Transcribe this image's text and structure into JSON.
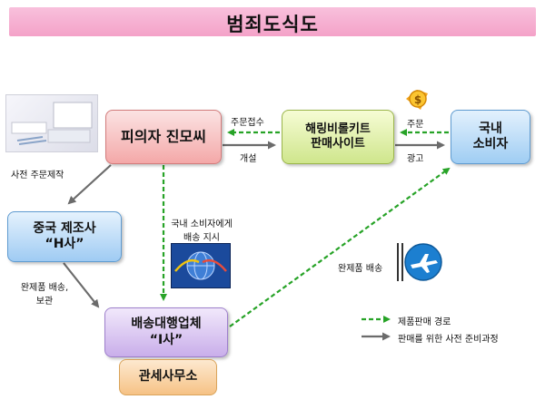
{
  "title": "범죄도식도",
  "nodes": {
    "suspect": "피의자 진모씨",
    "site_line1": "해링비롤키트",
    "site_line2": "판매사이트",
    "consumer_line1": "국내",
    "consumer_line2": "소비자",
    "maker_line1": "중국 제조사",
    "maker_line2": "“H사”",
    "agent_line1": "배송대행업체",
    "agent_line2": "“I사”",
    "customs": "관세사무소"
  },
  "labels": {
    "order_receipt": "주문접수",
    "open": "개설",
    "order": "주문",
    "ad": "광고",
    "pre_order": "사전 주문제작",
    "ship_instruction_line1": "국내 소비자에게",
    "ship_instruction_line2": "배송 지시",
    "finished_ship_store_line1": "완제품 배송,",
    "finished_ship_store_line2": "보관",
    "finished_delivery": "완제품 배송"
  },
  "legend": {
    "sales_route": "제품판매 경로",
    "prep_process": "판매를 위한 사전 준비과정"
  },
  "colors": {
    "sales_route": "#27a327",
    "prep_process": "#6b6b6b",
    "banner": "#f6b2d4"
  },
  "icons": {
    "product_photo": "product-kit-photo-icon",
    "money": "money-bag-icon",
    "globe": "globe-shipping-icon",
    "plane": "airplane-icon"
  }
}
